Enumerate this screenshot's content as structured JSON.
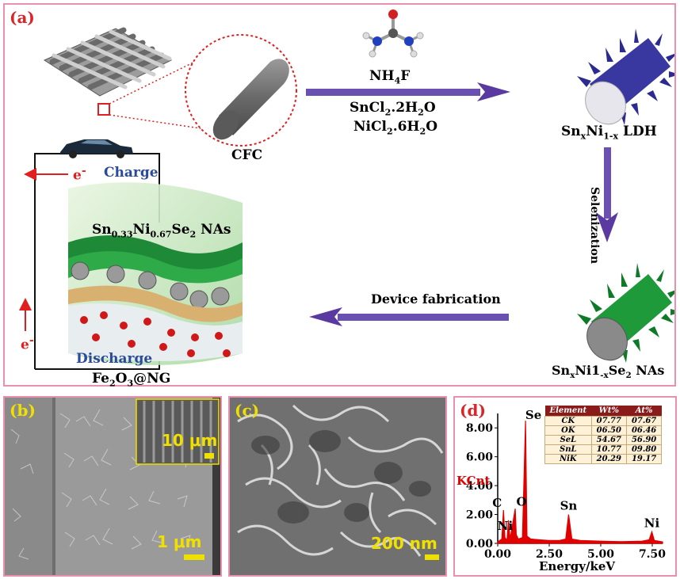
{
  "panel_a": {
    "label": "(a)",
    "cfc_label": "CFC",
    "reagent_1": "NH",
    "reagent_1_sub": "4",
    "reagent_1_end": "F",
    "reagent_2": "SnCl",
    "reagent_2_sub": "2",
    "reagent_2_end": ".2H",
    "reagent_2_sub2": "2",
    "reagent_2_end2": "O",
    "reagent_3": "NiCl",
    "reagent_3_sub": "2",
    "reagent_3_end": ".6H",
    "reagent_3_sub2": "2",
    "reagent_3_end2": "O",
    "ldh_a": "Sn",
    "ldh_a_sub": "x",
    "ldh_b": "Ni",
    "ldh_b_sub": "1-x",
    "ldh_c": " LDH",
    "selenization": "Selenization",
    "device_fabrication": "Device fabrication",
    "nas_a": "Sn",
    "nas_a_sub": "x",
    "nas_b": "Ni1",
    "nas_b_sub": "-x",
    "nas_c": "Se",
    "nas_c_sub": "2",
    "nas_d": " NAs",
    "electron_top": "e",
    "electron_top_sup": "-",
    "electron_bottom": "e",
    "electron_bottom_sup": "-",
    "charge": "Charge",
    "discharge": "Discharge",
    "device_a": "Sn",
    "device_a_sub": "0.33",
    "device_b": "Ni",
    "device_b_sub": "0.67",
    "device_c": "Se",
    "device_c_sub": "2",
    "device_d": " NAs",
    "anode_a": "Fe",
    "anode_a_sub": "2",
    "anode_b": "O",
    "anode_b_sub": "3",
    "anode_c": "@NG"
  },
  "panel_b": {
    "label": "(b)",
    "scale_main": "1 μm",
    "scale_inset": "10 μm"
  },
  "panel_c": {
    "label": "(c)",
    "scale": "200 nm"
  },
  "panel_d": {
    "label": "(d)",
    "ylabel": "KCnt",
    "xlabel": "Energy/keV",
    "yticks": [
      "0.00",
      "2.00",
      "4.00",
      "6.00",
      "8.00"
    ],
    "xticks": [
      "0.00",
      "2.50",
      "5.00",
      "7.50"
    ],
    "peak_labels": [
      "C",
      "Ni",
      "O",
      "Se",
      "Sn",
      "Ni"
    ],
    "table_headers": [
      "Element",
      "Wt%",
      "At%"
    ],
    "table_rows": [
      [
        "CK",
        "07.77",
        "07.67"
      ],
      [
        "OK",
        "06.50",
        "06.46"
      ],
      [
        "SeL",
        "54.67",
        "56.90"
      ],
      [
        "SnL",
        "10.77",
        "09.80"
      ],
      [
        "NiK",
        "20.29",
        "19.17"
      ]
    ]
  },
  "colors": {
    "border": "#e98fb0",
    "label_red": "#d9262a",
    "arrow_purple": "#5a3aa0",
    "ldh_blue": "#4a4aa8",
    "nas_green": "#1e9a3a",
    "charge_blue": "#2a4a9a",
    "spectrum_red": "#e00000",
    "scale_yellow": "#f0e000"
  },
  "chart_data": {
    "type": "line",
    "title": "",
    "xlabel": "Energy/keV",
    "ylabel": "KCnt",
    "xlim": [
      0,
      8.0
    ],
    "ylim": [
      0,
      9.0
    ],
    "series": [
      {
        "x": [
          0.0,
          0.2,
          0.28,
          0.35,
          0.45,
          0.52,
          0.6,
          0.85,
          0.9,
          1.0,
          1.2,
          1.35,
          1.42,
          1.6,
          2.0,
          2.5,
          3.0,
          3.3,
          3.44,
          3.6,
          4.0,
          5.0,
          6.0,
          7.0,
          7.35,
          7.48,
          7.6,
          8.0
        ],
        "y": [
          0.1,
          0.3,
          2.3,
          0.4,
          0.2,
          1.6,
          0.3,
          2.4,
          0.6,
          0.3,
          0.4,
          8.5,
          0.5,
          0.3,
          0.25,
          0.2,
          0.2,
          0.3,
          2.0,
          0.3,
          0.2,
          0.15,
          0.12,
          0.15,
          0.25,
          0.8,
          0.2,
          0.1
        ]
      }
    ],
    "peaks": [
      {
        "label": "C",
        "x": 0.28,
        "y": 2.3
      },
      {
        "label": "O",
        "x": 0.52,
        "y": 1.6
      },
      {
        "label": "Ni",
        "x": 0.85,
        "y": 2.4
      },
      {
        "label": "Se",
        "x": 1.35,
        "y": 8.5
      },
      {
        "label": "Sn",
        "x": 3.44,
        "y": 2.0
      },
      {
        "label": "Ni",
        "x": 7.48,
        "y": 0.8
      }
    ]
  }
}
